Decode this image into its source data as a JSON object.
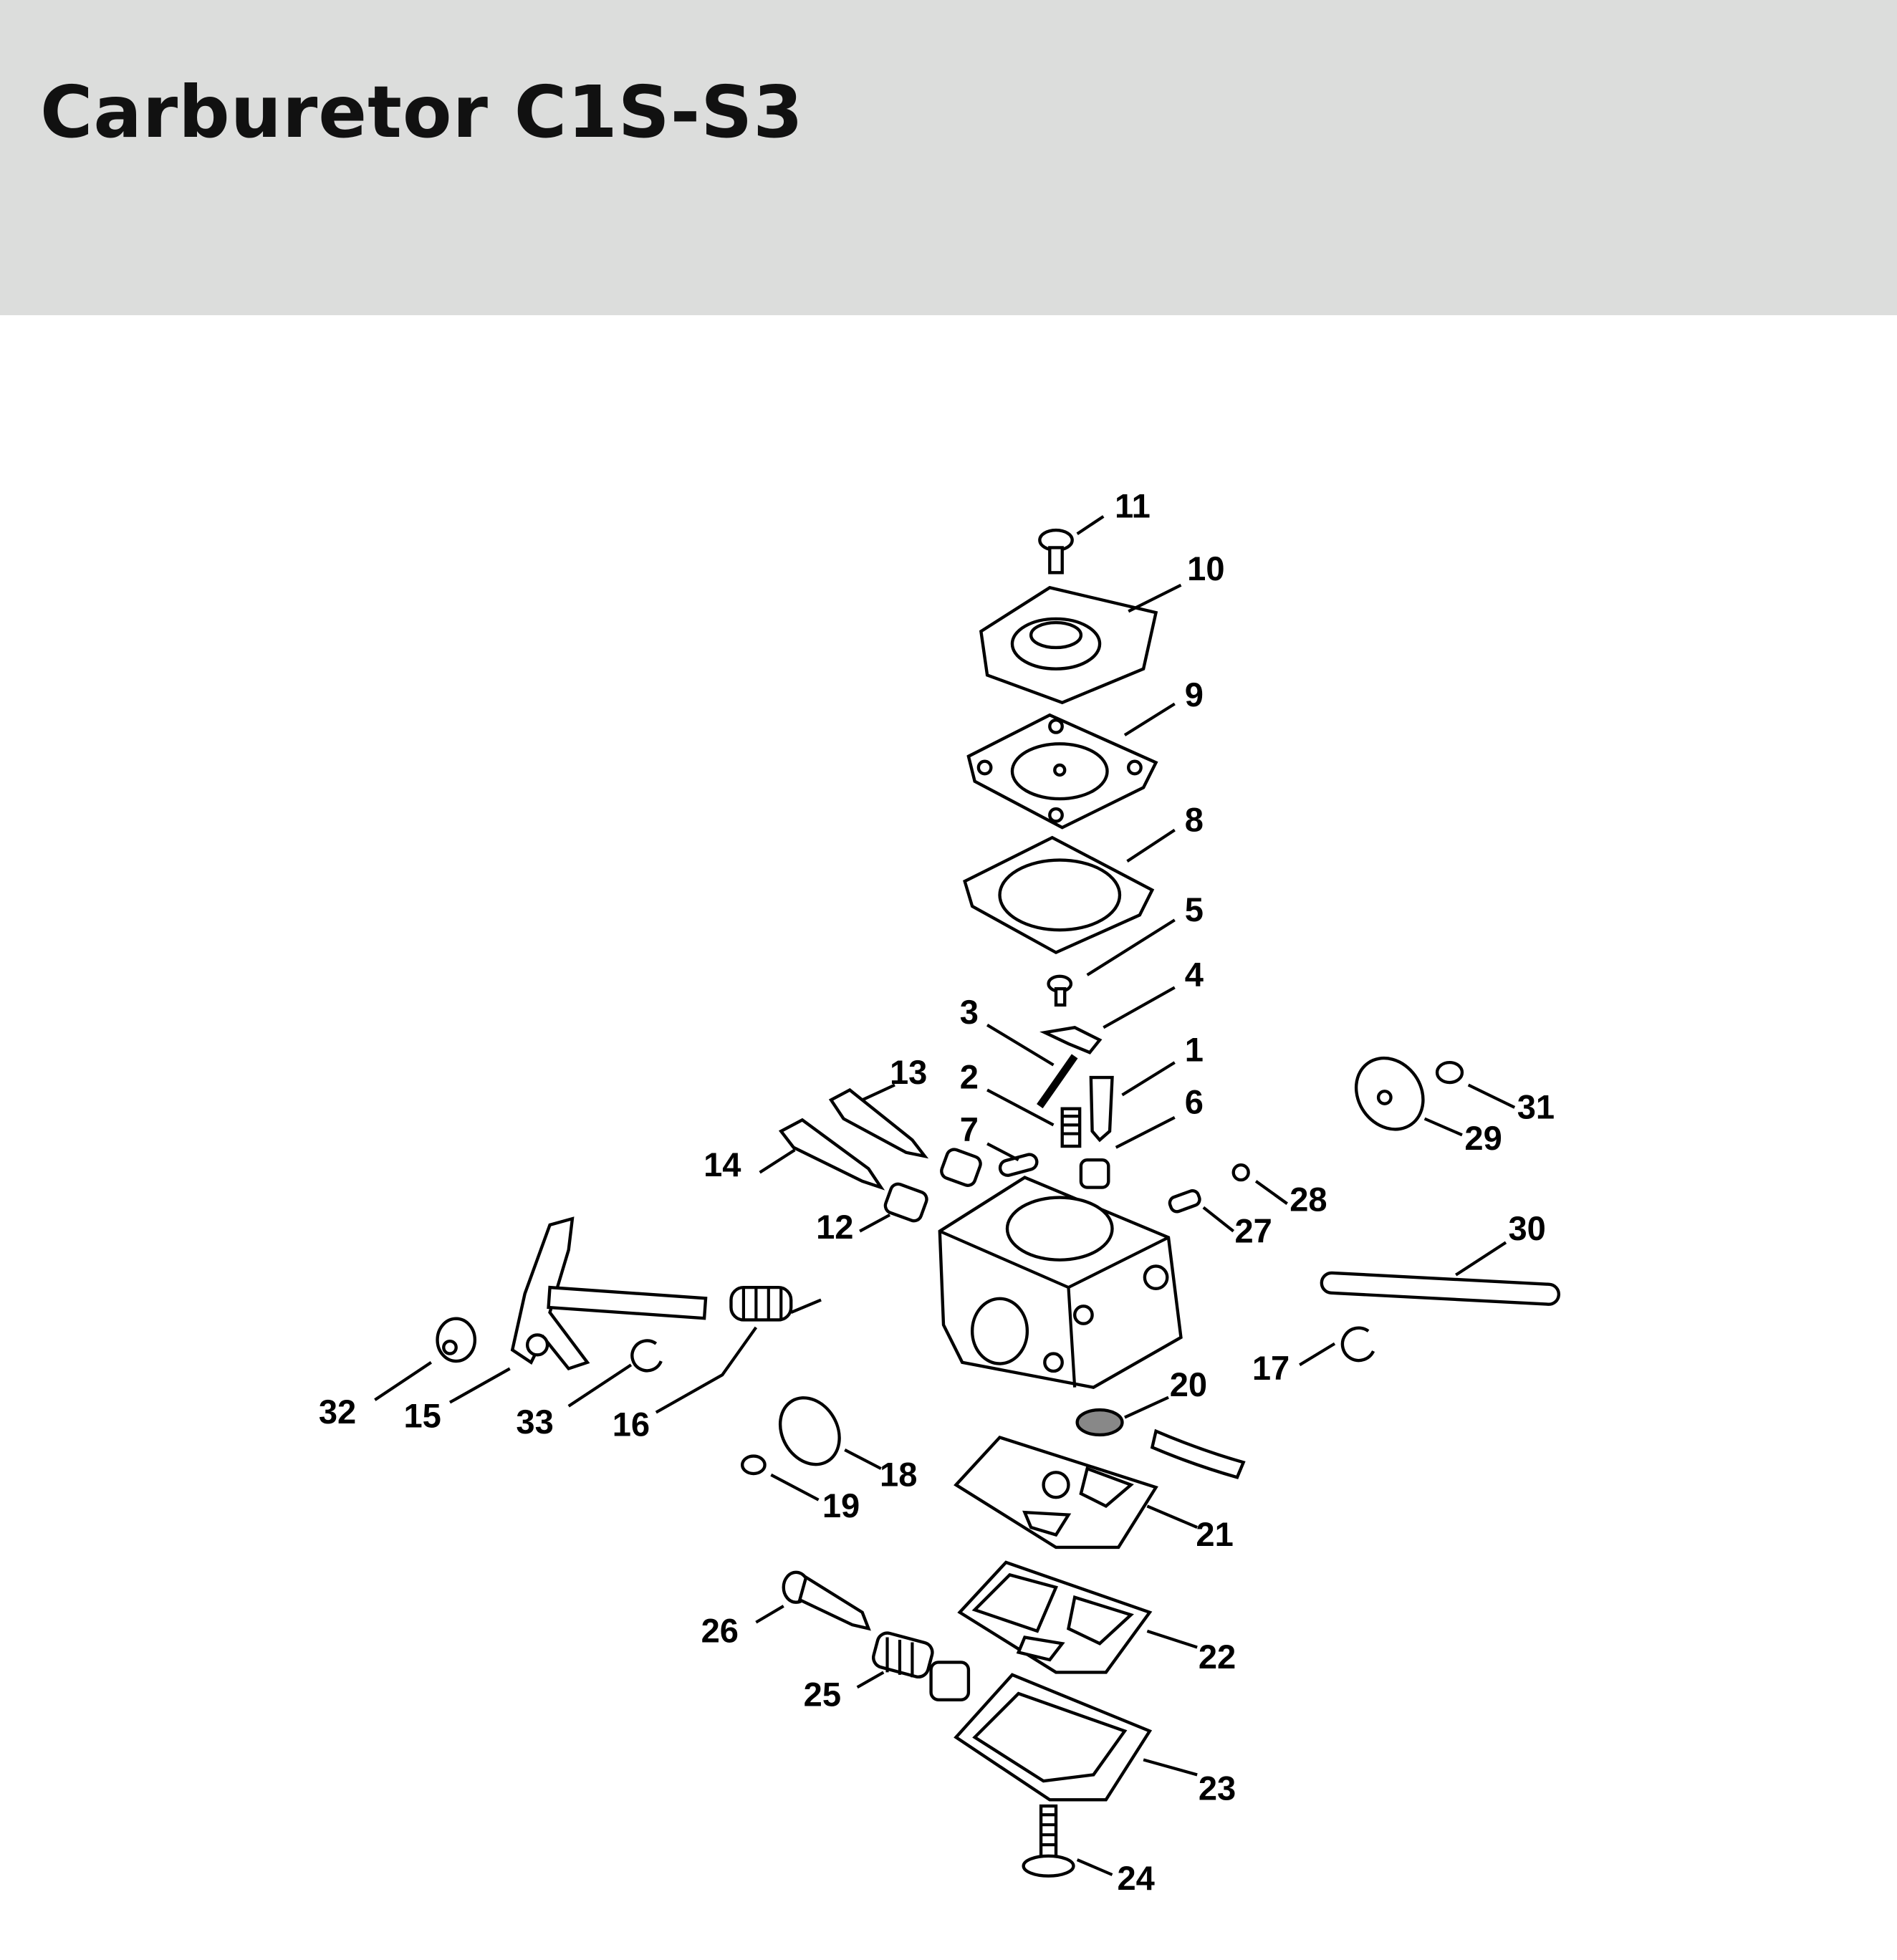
{
  "header": {
    "title": "Carburetor C1S-S3"
  },
  "colors": {
    "header_bg": "#dcdddc",
    "line": "#000000"
  },
  "callouts": {
    "p1": "1",
    "p2": "2",
    "p3": "3",
    "p4": "4",
    "p5": "5",
    "p6": "6",
    "p7": "7",
    "p8": "8",
    "p9": "9",
    "p10": "10",
    "p11": "11",
    "p12": "12",
    "p13": "13",
    "p14": "14",
    "p15": "15",
    "p16": "16",
    "p17": "17",
    "p18": "18",
    "p19": "19",
    "p20": "20",
    "p21": "21",
    "p22": "22",
    "p23": "23",
    "p24": "24",
    "p25": "25",
    "p26": "26",
    "p27": "27",
    "p28": "28",
    "p29": "29",
    "p30": "30",
    "p31": "31",
    "p32": "32",
    "p33": "33"
  }
}
